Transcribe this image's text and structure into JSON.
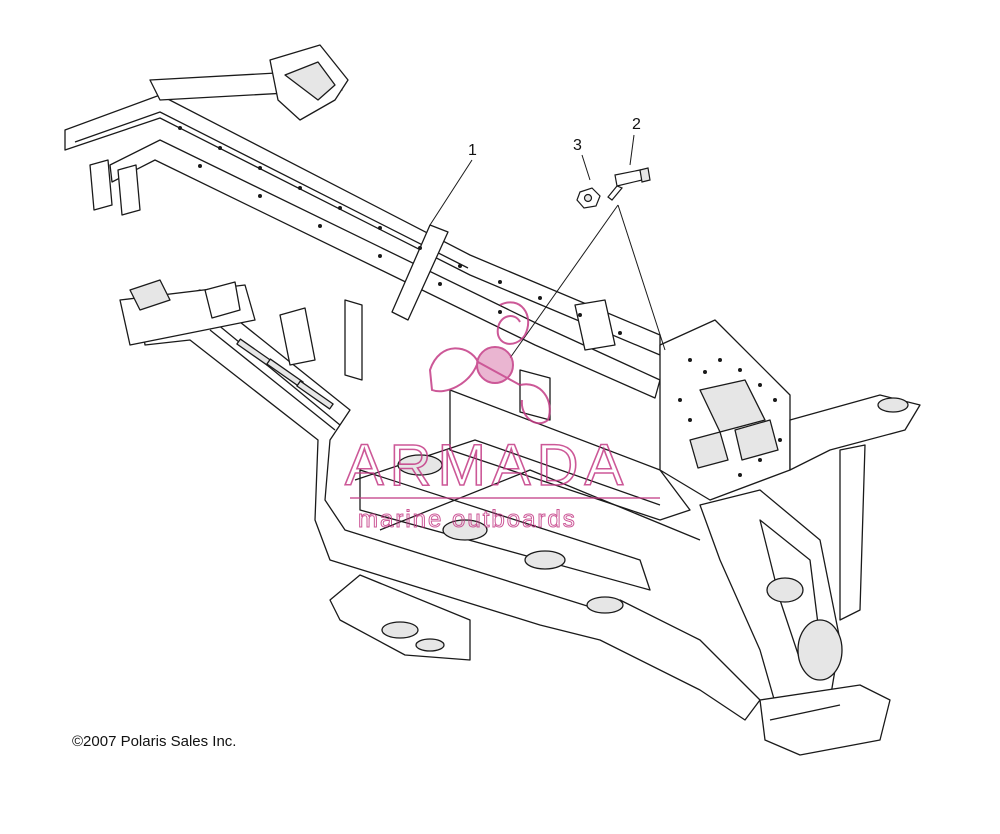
{
  "callouts": [
    {
      "label": "1"
    },
    {
      "label": "2"
    },
    {
      "label": "3"
    }
  ],
  "copyright": "©2007 Polaris Sales Inc.",
  "watermark": {
    "title": "ARMADA",
    "subtitle": "marine outboards",
    "color": "#c43b86"
  },
  "colors": {
    "line": "#1a1a1a",
    "frame_fill": "#ffffff",
    "shade": "#e6e6e6"
  }
}
